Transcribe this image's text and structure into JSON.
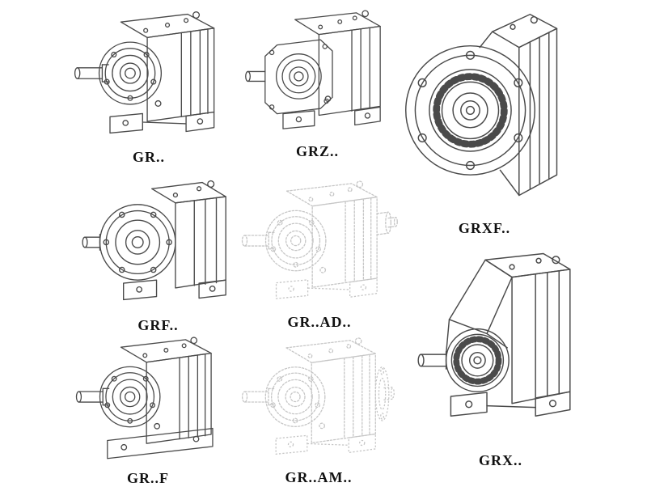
{
  "page": {
    "background": "#ffffff"
  },
  "colors": {
    "line_dark": "#4a4a4a",
    "line_light": "#c6c6c6",
    "label": "#111111"
  },
  "figures": [
    {
      "id": "gr",
      "label": "GR..",
      "style": "solid"
    },
    {
      "id": "grz",
      "label": "GRZ..",
      "style": "solid"
    },
    {
      "id": "grxf",
      "label": "GRXF..",
      "style": "solid"
    },
    {
      "id": "grf",
      "label": "GRF..",
      "style": "solid"
    },
    {
      "id": "grad",
      "label": "GR..AD..",
      "style": "faint-dotted"
    },
    {
      "id": "grx",
      "label": "GRX..",
      "style": "solid"
    },
    {
      "id": "grf_foot",
      "label": "GR..F",
      "style": "solid"
    },
    {
      "id": "gram",
      "label": "GR..AM..",
      "style": "faint-dotted"
    }
  ]
}
